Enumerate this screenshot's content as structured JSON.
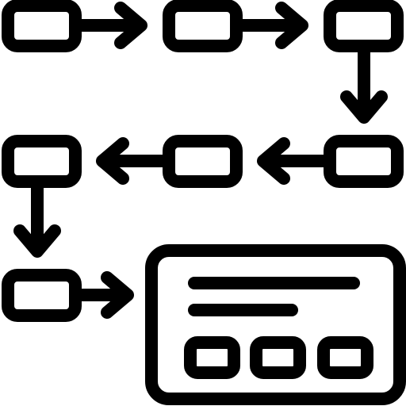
{
  "diagram": {
    "icon_name": "workflow-process-icon",
    "stroke_color": "#000000",
    "background_color": "#ffffff",
    "description_elements": {
      "steps": [
        "step-1",
        "step-2",
        "step-3",
        "step-4",
        "step-5",
        "step-6",
        "step-7",
        "step-8"
      ],
      "final_panel": "result-panel"
    }
  }
}
